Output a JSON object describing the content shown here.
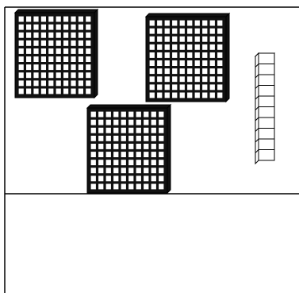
{
  "figure": {
    "description_free": true,
    "regions": [
      "top-region",
      "bottom-region"
    ]
  },
  "blocks": {
    "hundreds_flats": {
      "count": 3,
      "grid": 10
    },
    "tens_rods": {
      "count": 1,
      "units_per_rod": 10
    }
  },
  "colors": {
    "background": "#ffffff",
    "stroke": "#000000",
    "flat_cell_fill": "#ffffff",
    "flat_face": "#111111",
    "rod_fill": "#ffffff"
  }
}
